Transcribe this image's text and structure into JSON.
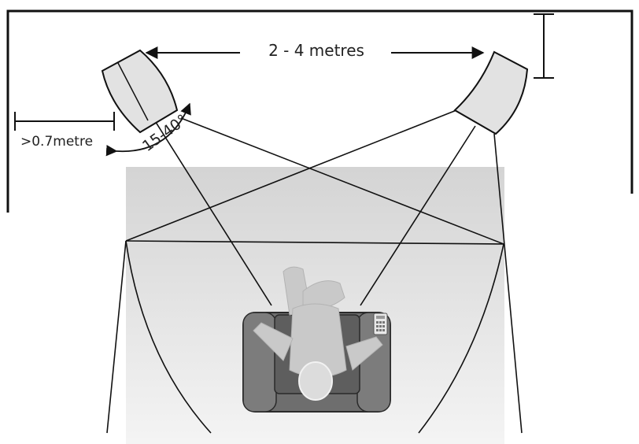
{
  "labels": {
    "distance": "2 - 4 metres",
    "wall_distance": ">0.7metre",
    "angle": "15-40°"
  },
  "colors": {
    "line": "#111111",
    "speaker_fill": "#e2e2e2",
    "listening_area_top": "#d4d4d4",
    "listening_area_bottom": "#f4f4f4",
    "armchair": "#6e6e6e",
    "person": "#c9c9c9"
  },
  "icons": {
    "left_speaker": "speaker-icon",
    "right_speaker": "speaker-icon",
    "listener": "person-in-armchair-icon",
    "remote": "remote-control-icon"
  }
}
